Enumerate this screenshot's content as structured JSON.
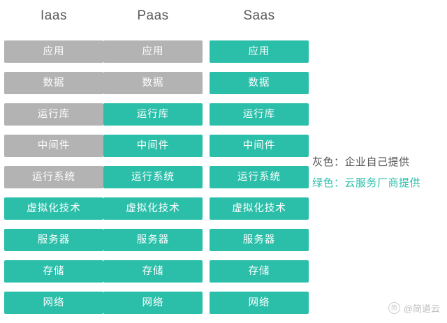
{
  "columns": [
    {
      "title": "Iaas",
      "cells": [
        {
          "label": "应用",
          "color": "gray"
        },
        {
          "label": "数据",
          "color": "gray"
        },
        {
          "label": "运行库",
          "color": "gray"
        },
        {
          "label": "中间件",
          "color": "gray"
        },
        {
          "label": "运行系统",
          "color": "gray"
        },
        {
          "label": "虚拟化技术",
          "color": "green"
        },
        {
          "label": "服务器",
          "color": "green"
        },
        {
          "label": "存储",
          "color": "green"
        },
        {
          "label": "网络",
          "color": "green"
        }
      ]
    },
    {
      "title": "Paas",
      "cells": [
        {
          "label": "应用",
          "color": "gray"
        },
        {
          "label": "数据",
          "color": "gray"
        },
        {
          "label": "运行库",
          "color": "green"
        },
        {
          "label": "中间件",
          "color": "green"
        },
        {
          "label": "运行系统",
          "color": "green"
        },
        {
          "label": "虚拟化技术",
          "color": "green"
        },
        {
          "label": "服务器",
          "color": "green"
        },
        {
          "label": "存储",
          "color": "green"
        },
        {
          "label": "网络",
          "color": "green"
        }
      ]
    },
    {
      "title": "Saas",
      "cells": [
        {
          "label": "应用",
          "color": "green"
        },
        {
          "label": "数据",
          "color": "green"
        },
        {
          "label": "运行库",
          "color": "green"
        },
        {
          "label": "中间件",
          "color": "green"
        },
        {
          "label": "运行系统",
          "color": "green"
        },
        {
          "label": "虚拟化技术",
          "color": "green"
        },
        {
          "label": "服务器",
          "color": "green"
        },
        {
          "label": "存储",
          "color": "green"
        },
        {
          "label": "网络",
          "color": "green"
        }
      ]
    }
  ],
  "legend": {
    "gray_text": "灰色：企业自己提供",
    "green_text": "绿色：云服务厂商提供"
  },
  "watermark": {
    "badge": "简",
    "text": "@简道云"
  },
  "colors": {
    "gray": "#b3b3b3",
    "green": "#2bbfaa",
    "title_text": "#595959"
  }
}
